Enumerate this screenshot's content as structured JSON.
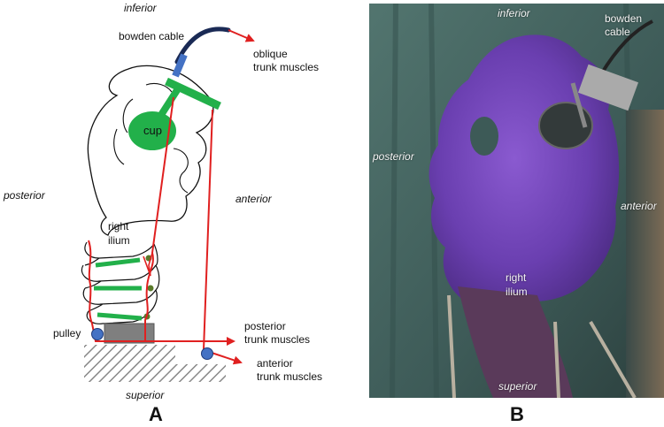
{
  "panel_a": {
    "letter": "A",
    "labels": {
      "inferior": "inferior",
      "superior": "superior",
      "posterior": "posterior",
      "anterior": "anterior",
      "bowden_cable": "bowden cable",
      "oblique_trunk_muscles": "oblique\ntrunk muscles",
      "cup": "cup",
      "right_ilium": "right\nilium",
      "pulley": "pulley",
      "posterior_trunk_muscles": "posterior\ntrunk muscles",
      "anterior_trunk_muscles": "anterior\ntrunk muscles"
    },
    "colors": {
      "cable": "#e02020",
      "fixture": "#22b04a",
      "bowden": "#1a2a55",
      "bowden_tip": "#4472c4",
      "pulley": "#4472c4",
      "block": "#7f7f7f"
    }
  },
  "panel_b": {
    "letter": "B",
    "labels": {
      "inferior": "inferior",
      "bowden_cable": "bowden\ncable",
      "posterior": "posterior",
      "anterior": "anterior",
      "right_ilium": "right\nilium",
      "superior": "superior"
    },
    "colors": {
      "background": "#3d5a57",
      "bone": "#6a3fb0",
      "bone_dark": "#4a2a80"
    }
  }
}
